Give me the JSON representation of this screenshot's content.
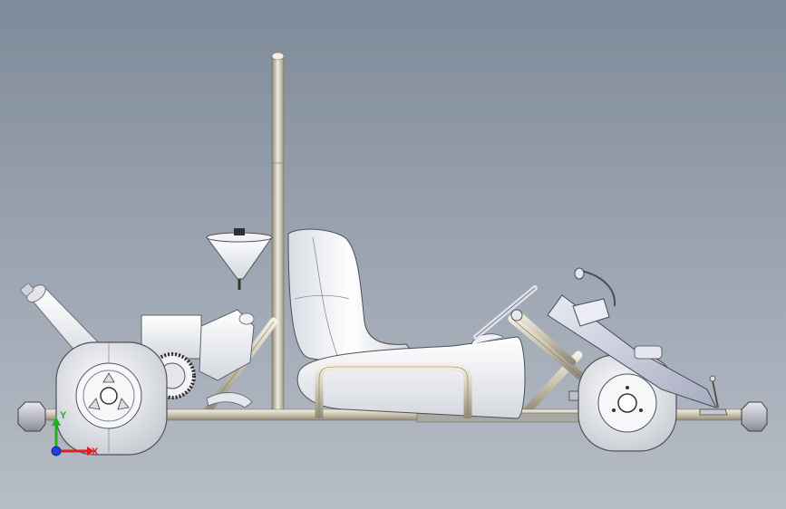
{
  "viewport": {
    "background_top": "#7f8a9a",
    "background_bottom": "#b7bdc6"
  },
  "model": {
    "parts": [
      "frame",
      "roll-bar",
      "seat",
      "seat-frame",
      "side-pod",
      "rear-wheel",
      "front-wheel",
      "engine",
      "chain-sprocket",
      "exhaust",
      "air-filter",
      "steering-wheel",
      "pedal-box",
      "front-bumper",
      "rear-bumper"
    ]
  },
  "triad": {
    "x_label": "X",
    "y_label": "Y",
    "x_color": "#e02020",
    "y_color": "#20b020",
    "z_color": "#2040e0"
  }
}
